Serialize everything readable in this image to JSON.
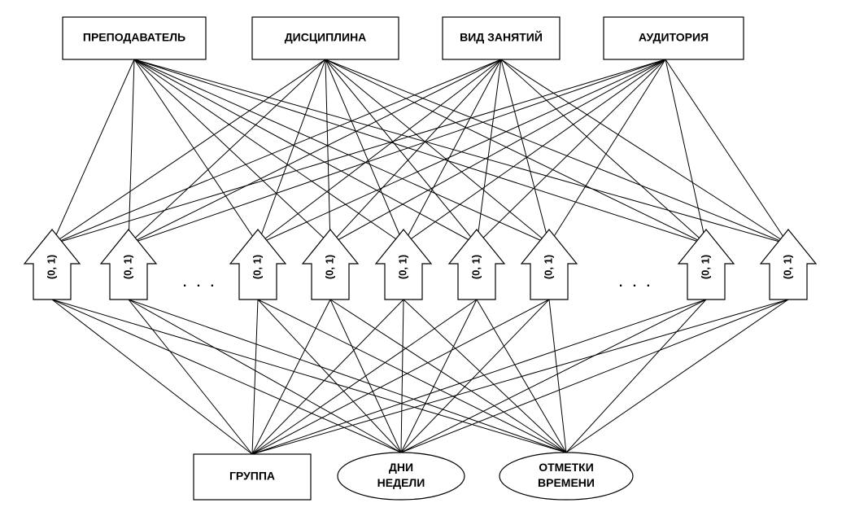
{
  "top_nodes": [
    {
      "label": "ПРЕПОДАВАТЕЛЬ"
    },
    {
      "label": "ДИСЦИПЛИНА"
    },
    {
      "label": "ВИД ЗАНЯТИЙ"
    },
    {
      "label": "АУДИТОРИЯ"
    }
  ],
  "bottom_nodes": [
    {
      "lines": [
        "ГРУППА"
      ]
    },
    {
      "lines": [
        "ДНИ",
        "НЕДЕЛИ"
      ]
    },
    {
      "lines": [
        "ОТМЕТКИ",
        "ВРЕМЕНИ"
      ]
    }
  ],
  "variable_label": "(0, 1)",
  "ellipsis": ". . ."
}
